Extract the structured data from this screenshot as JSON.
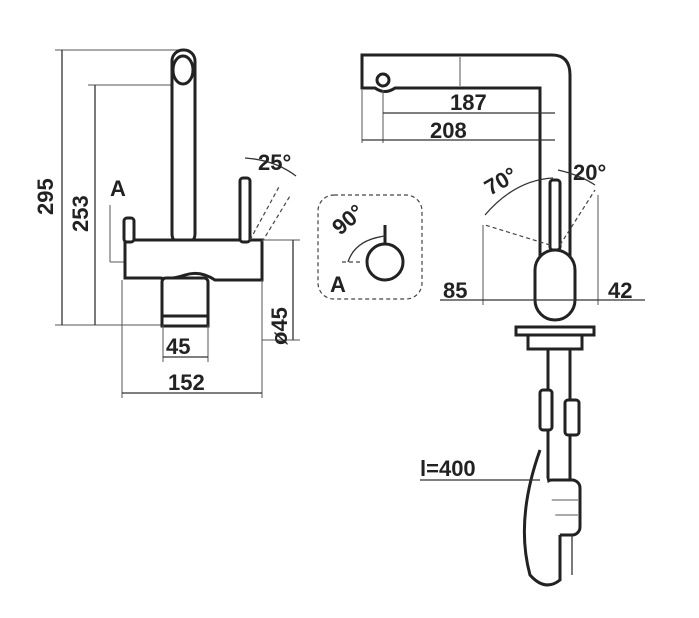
{
  "left_view": {
    "height_total": "295",
    "height_spout": "253",
    "handle_marker": "A",
    "handle_angle": "25°",
    "base_diameter": "ø45",
    "base_width": "45",
    "body_width": "152"
  },
  "handle_detail": {
    "angle": "90°",
    "marker": "A"
  },
  "right_view": {
    "reach_inner": "187",
    "reach_outer": "208",
    "angle_front": "70°",
    "angle_back": "20°",
    "offset_front": "85",
    "offset_back": "42",
    "hose_length": "l=400"
  }
}
